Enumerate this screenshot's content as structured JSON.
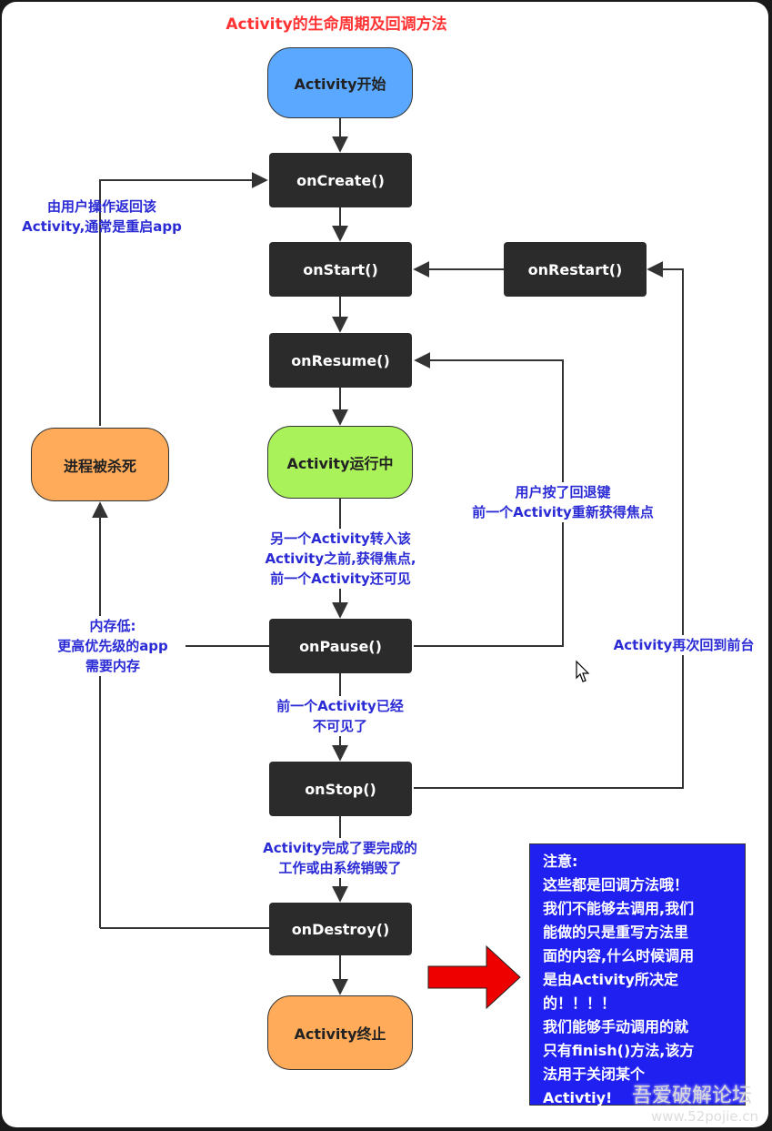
{
  "title": "Activity的生命周期及回调方法",
  "nodes": {
    "start": "Activity开始",
    "create": "onCreate()",
    "start_cb": "onStart()",
    "restart": "onRestart()",
    "resume": "onResume()",
    "running": "Activity运行中",
    "killed": "进程被杀死",
    "pause": "onPause()",
    "stop": "onStop()",
    "destroy": "onDestroy()",
    "end": "Activity终止"
  },
  "labels": {
    "return_l1": "由用户操作返回该",
    "return_l2": "Activity,通常是重启app",
    "focus_l1": "另一个Activity转入该",
    "focus_l2": "Activity之前,获得焦点,",
    "focus_l3": "前一个Activity还可见",
    "back_l1": "用户按了回退键",
    "back_l2": "前一个Activity重新获得焦点",
    "mem_l1": "内存低:",
    "mem_l2": "更高优先级的app",
    "mem_l3": "需要内存",
    "front": "Activity再次回到前台",
    "invisible_l1": "前一个Activity已经",
    "invisible_l2": "不可见了",
    "finish_l1": "Activity完成了要完成的",
    "finish_l2": "工作或由系统销毁了"
  },
  "note": {
    "lines": [
      "注意:",
      "这些都是回调方法哦！",
      "我们不能够去调用,我们",
      "能做的只是重写方法里",
      "面的内容,什么时候调用",
      "是由Activity所决定",
      "的！！！！",
      "我们能够手动调用的就",
      "只有finish()方法,该方",
      "法用于关闭某个",
      "Activtiy!"
    ]
  },
  "watermark": "吾爱破解论坛",
  "watermark_url": "www.52pojie.cn",
  "colors": {
    "title": "#ff3333",
    "start_fill": "#5aa8ff",
    "running_fill": "#aaf25a",
    "orange_fill": "#ffab5a",
    "box_fill": "#2b2b2b",
    "label": "#2b2bd6",
    "note_fill": "#2020f0",
    "arrow_red": "#ee0000"
  }
}
